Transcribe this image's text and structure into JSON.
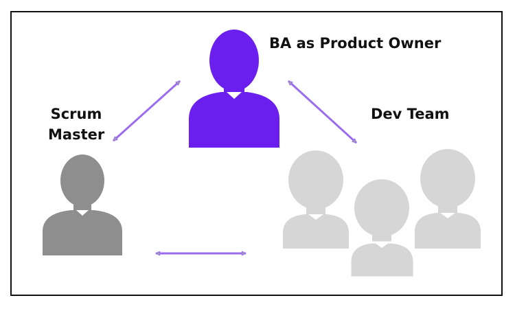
{
  "labels": {
    "product_owner": "BA as Product Owner",
    "scrum_master_line1": "Scrum",
    "scrum_master_line2": "Master",
    "dev_team": "Dev Team"
  },
  "colors": {
    "product_owner": "#6a1fef",
    "scrum_master": "#8e8e8e",
    "dev_team": "#d6d6d6",
    "arrow_line": "#9b6cf0",
    "arrow_head_fill": "#a3a3a3",
    "border": "#111111"
  },
  "icons": {
    "product_owner": "person-icon",
    "scrum_master": "person-icon",
    "dev_team": "person-group-icon",
    "connector": "double-arrow-icon"
  }
}
